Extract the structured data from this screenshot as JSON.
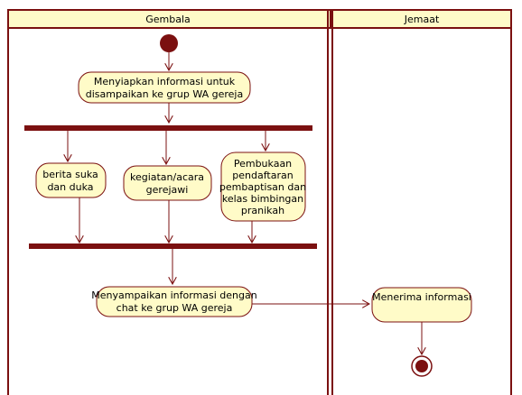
{
  "lanes": {
    "gembala": "Gembala",
    "jemaat": "Jemaat"
  },
  "nodes": {
    "prepare": [
      "Menyiapkan informasi untuk",
      "disampaikan ke grup WA gereja"
    ],
    "berita": [
      "berita suka",
      "dan duka"
    ],
    "kegiatan": [
      "kegiatan/acara",
      "gerejawi"
    ],
    "pembukaan": [
      "Pembukaan",
      "pendaftaran",
      "pembaptisan dan",
      "kelas bimbingan",
      "pranikah"
    ],
    "menyampaikan": [
      "Menyampaikan informasi dengan",
      "chat ke grup WA gereja"
    ],
    "menerima": [
      "Menerima informasi"
    ]
  },
  "colors": {
    "line": "#7b1010",
    "node_fill": "#fffbc8",
    "lane_header": "#fffbc8",
    "start": "#7b1010"
  }
}
